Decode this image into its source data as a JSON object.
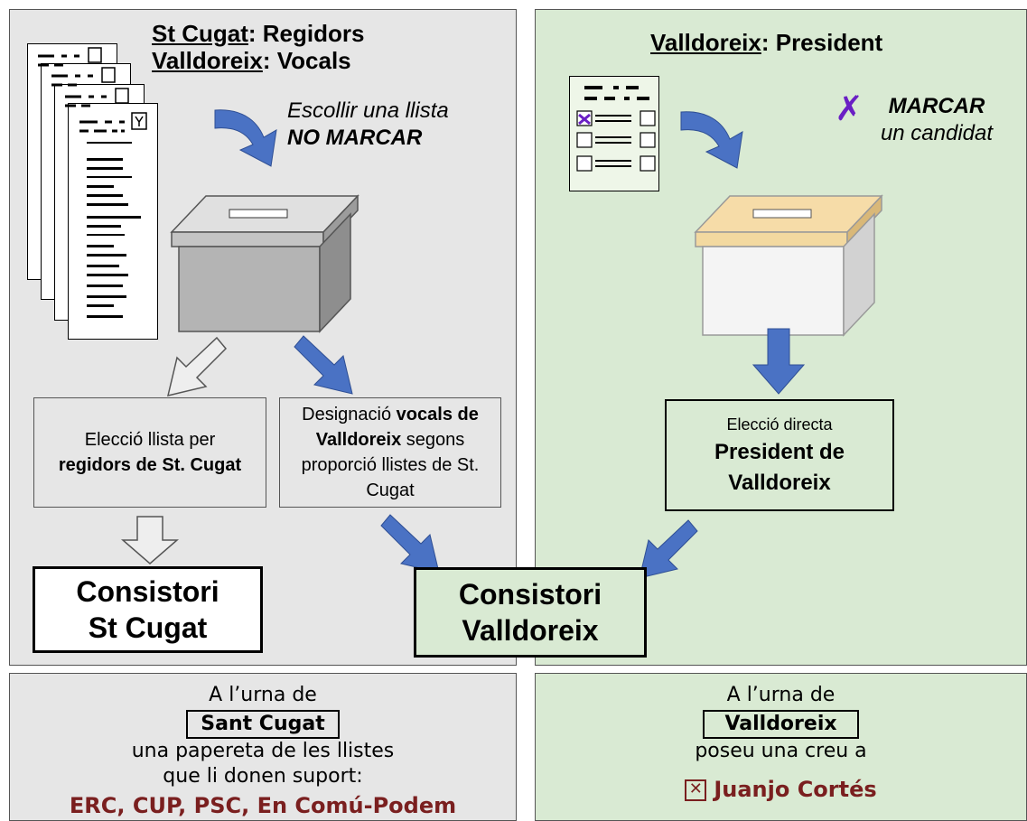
{
  "left_panel": {
    "header_1_name": "St Cugat",
    "header_1_rest": ": Regidors",
    "header_2_name": "Valldoreix",
    "header_2_rest": ": Vocals",
    "instruction_1": "Escollir una llista",
    "instruction_2": "NO MARCAR",
    "box_left": {
      "pre": "Elecció llista per",
      "bold": "regidors de St. Cugat"
    },
    "box_right": {
      "pre": "Designació ",
      "bold_1": "vocals de",
      "bold_2": "Valldoreix",
      "rest": " segons proporció llistes de St. Cugat"
    },
    "result_1": "Consistori",
    "result_2": "St Cugat"
  },
  "right_panel": {
    "header_name": "Valldoreix",
    "header_rest": ": President",
    "instruction_1": "MARCAR",
    "instruction_2": "un candidat",
    "box": {
      "pre": "Elecció directa",
      "bold_1": "President de",
      "bold_2": "Valldoreix"
    },
    "result_1": "Consistori",
    "result_2": "Valldoreix"
  },
  "bottom_left": {
    "line_1": "A l’urna de",
    "framed": "Sant Cugat",
    "line_2": "una papereta de les llistes",
    "line_3": "que li donen suport:",
    "line_4": "ERC, CUP, PSC, En Comú-Podem"
  },
  "bottom_right": {
    "line_1": "A l’urna de",
    "framed": "Valldoreix",
    "line_2": "poseu una creu a",
    "line_3": "Juanjo Cortés"
  },
  "colors": {
    "gray_panel": "#e6e6e6",
    "green_panel": "#d9ead3",
    "arrow_blue": "#4a72c4",
    "mark_purple": "#6a1fc4",
    "candidate_red": "#7a1f1f"
  }
}
